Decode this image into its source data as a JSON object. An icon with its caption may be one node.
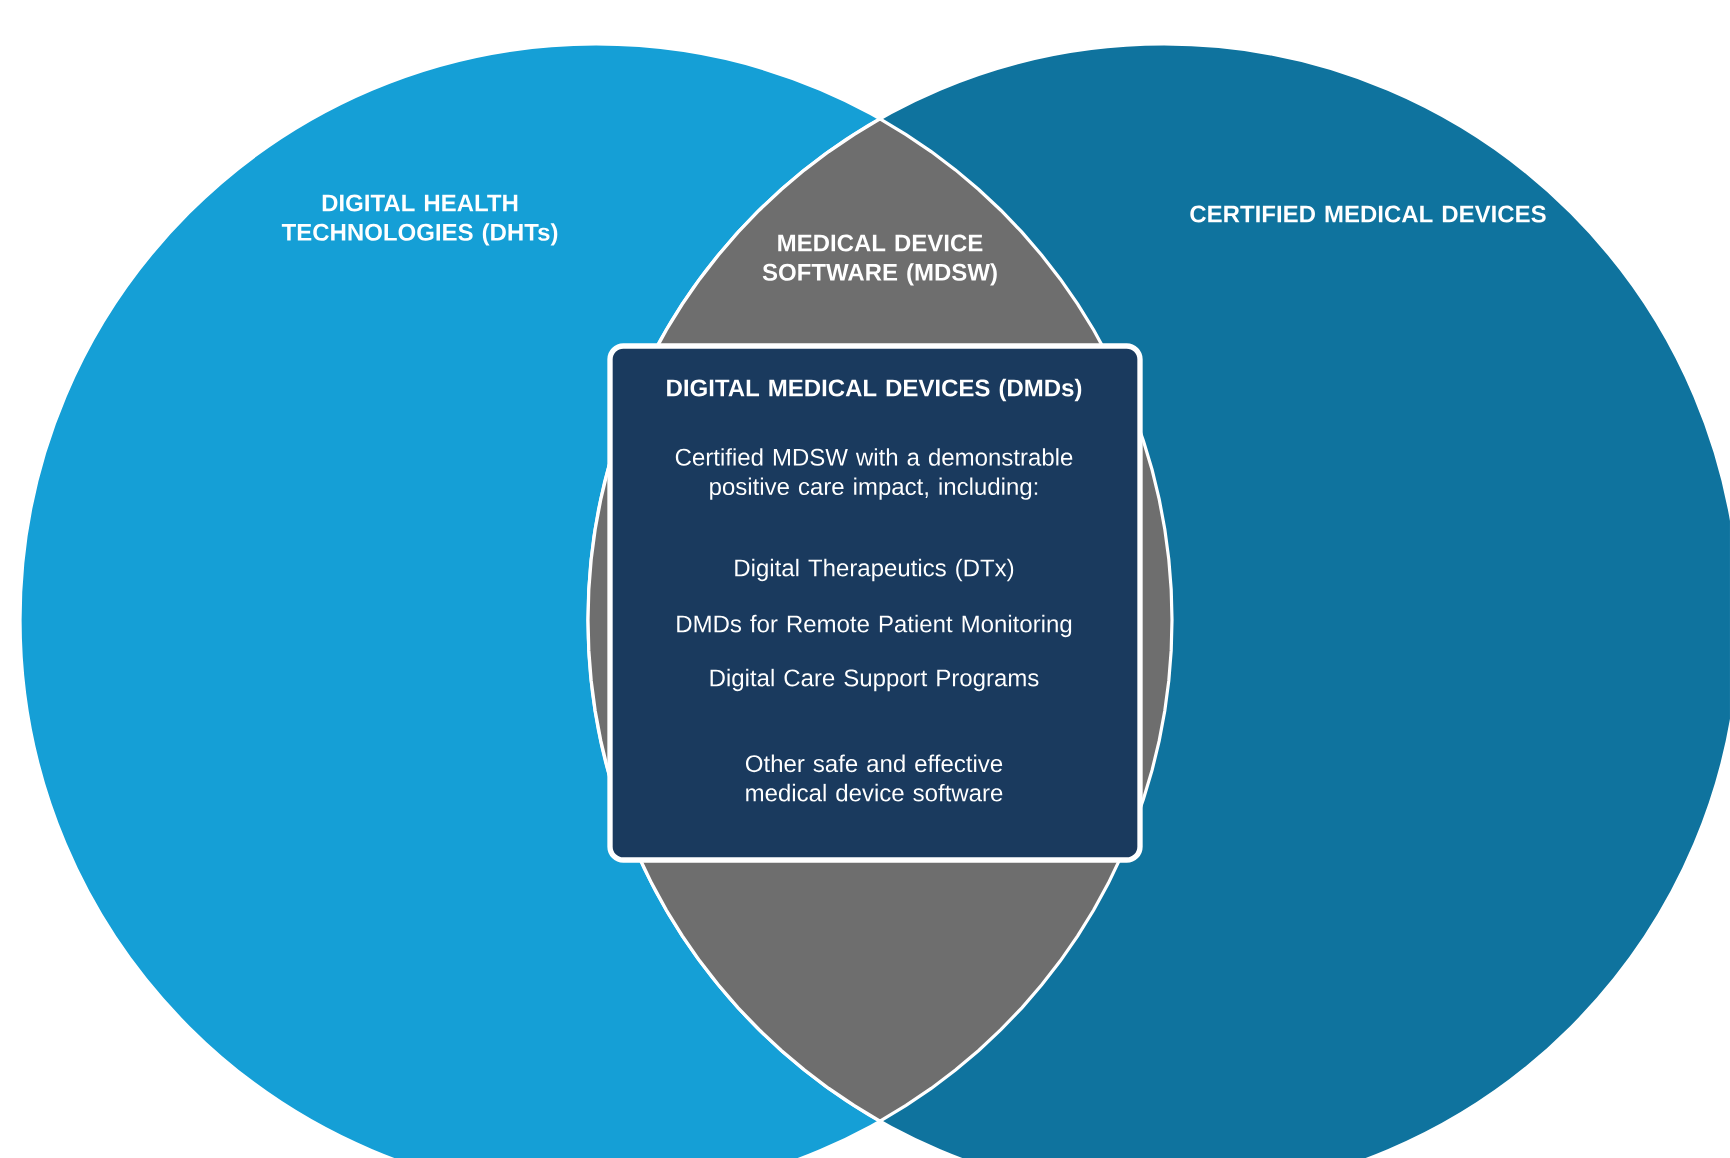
{
  "diagram": {
    "nodes": [
      {
        "text": [
          "DIGITAL HEALTH TECHNOLOGIES (DHTs)"
        ]
      },
      {
        "text": [
          "CERTIFIED MEDICAL DEVICES"
        ]
      },
      {
        "text": [
          "MEDICAL DEVICE SOFTWARE (MDSW)"
        ]
      },
      {
        "text": [
          "DIGITAL MEDICAL DEVICES (DMDs)",
          "Certified MDSW with a demonstrable positive care impact, including:",
          "Digital Therapeutics (DTx)",
          "DMDs for Remote Patient Monitoring",
          "Digital Care Support Programs",
          "Other safe and effective medical device software"
        ],
        "in": 2
      }
    ]
  }
}
